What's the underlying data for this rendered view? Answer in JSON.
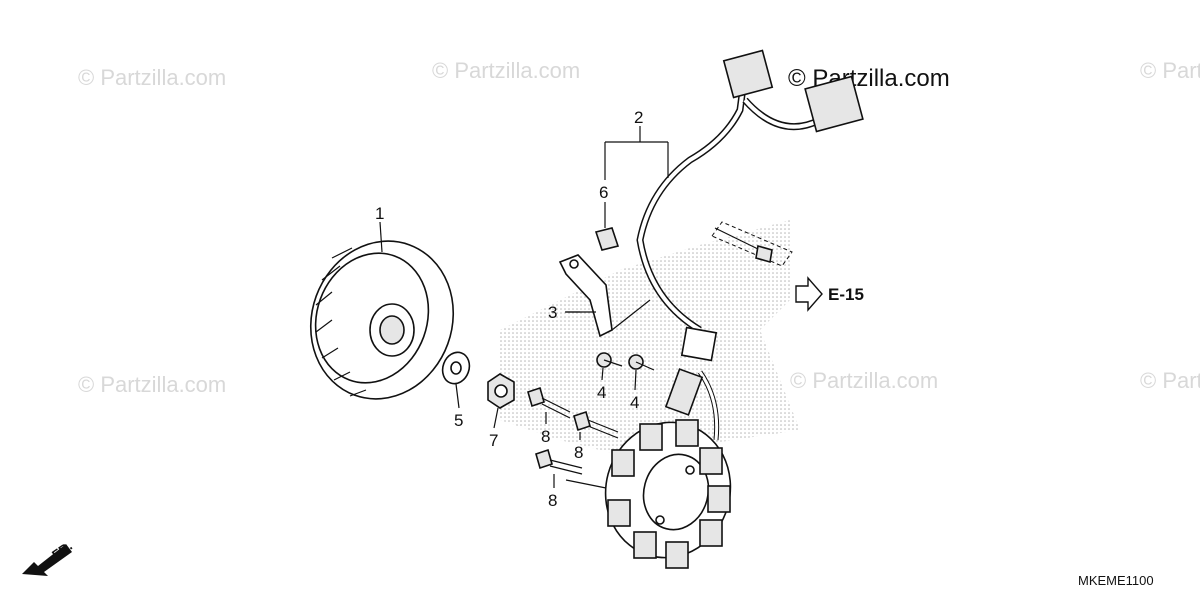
{
  "watermarks": {
    "main": "© Partzilla.com",
    "faint": "© Partzilla.com"
  },
  "callouts": {
    "flywheel": "1",
    "harness": "2",
    "bracket": "3",
    "bolt_a": "4",
    "bolt_b": "4",
    "washer": "5",
    "clip": "6",
    "nut": "7",
    "bolt_c": "8",
    "bolt_d": "8",
    "bolt_e": "8"
  },
  "reference_code": "E-15",
  "diagram_code": "MKEME1100",
  "front_marker": "FR.",
  "colors": {
    "line": "#111111",
    "watermark": "#d8d8d8",
    "hatch": "#bdbdbd"
  },
  "icons": {
    "direction_arrow": "arrow-right-outline-icon",
    "front_arrow": "arrow-down-left-icon"
  }
}
